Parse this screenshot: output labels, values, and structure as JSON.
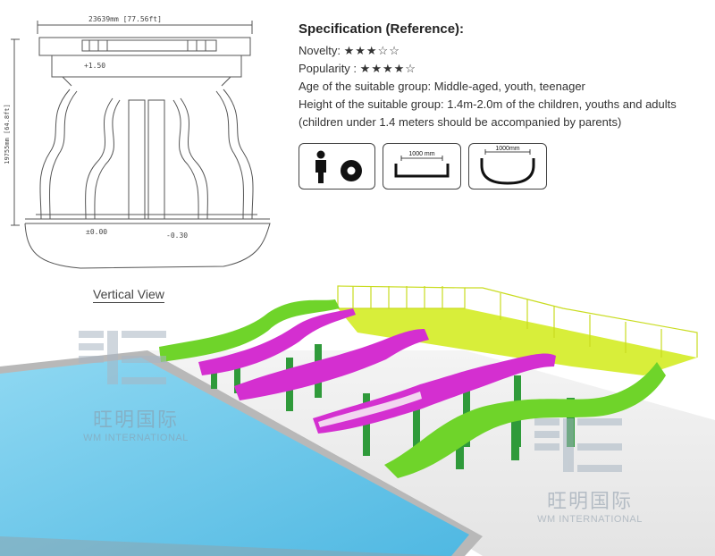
{
  "drawing": {
    "width_dim": "23639mm [77.56ft]",
    "height_dim": "19755mm [64.8ft]",
    "level_top": "+1.50",
    "level_zero": "±0.00",
    "level_minus": "-0.30",
    "caption": "Vertical View"
  },
  "spec": {
    "title": "Specification (Reference):",
    "novelty_label": "Novelty:",
    "novelty_stars": "★★★☆☆",
    "novelty_rating": 3,
    "popularity_label": "Popularity :",
    "popularity_stars": "★★★★☆",
    "popularity_rating": 4,
    "age_line": "Age of the suitable group: Middle-aged, youth, teenager",
    "height_line": "Height of the suitable group: 1.4m-2.0m of the children, youths and adults",
    "note_line": "(children under 1.4 meters should be accompanied by parents)"
  },
  "icons": [
    {
      "name": "person-tube-icon"
    },
    {
      "name": "flat-slide-section-icon",
      "label": "1000 mm"
    },
    {
      "name": "curved-slide-section-icon",
      "label": "1000mm"
    }
  ],
  "watermark": {
    "cn": "旺明国际",
    "en": "WM INTERNATIONAL"
  },
  "colors": {
    "pool_water": "#6cc8ea",
    "slide_green": "#6fd42a",
    "slide_magenta": "#d42fd0",
    "platform_yellow": "#d8ee3a",
    "support_green": "#2f9a3a"
  }
}
